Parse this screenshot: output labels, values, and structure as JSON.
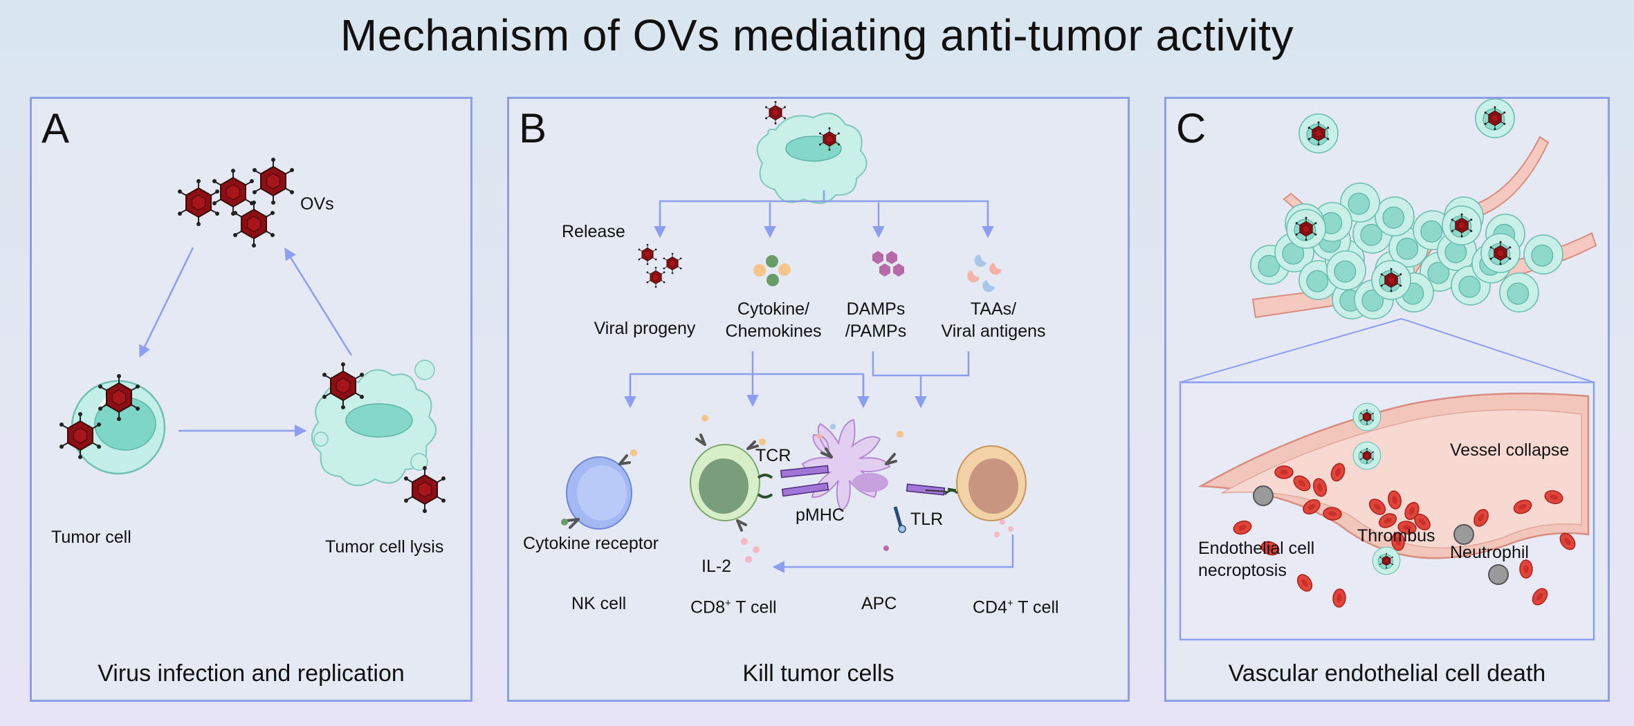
{
  "title": "Mechanism of OVs mediating anti-tumor activity",
  "colors": {
    "panel_border": "#8e9de8",
    "arrow": "#8d9ef0",
    "virus": "#8b0f14",
    "tumor_cell": "#bfeee6",
    "vessel": "#f2c4bb"
  },
  "panels": {
    "a": {
      "letter": "A",
      "caption": "Virus infection and replication",
      "labels": {
        "ovs": "OVs",
        "tumor_cell": "Tumor cell",
        "lysis": "Tumor cell lysis"
      }
    },
    "b": {
      "letter": "B",
      "caption": "Kill tumor cells",
      "labels": {
        "release": "Release",
        "viral_progeny": "Viral progeny",
        "cytokine_1": "Cytokine/",
        "cytokine_2": "Chemokines",
        "damps_1": "DAMPs",
        "damps_2": "/PAMPs",
        "taas_1": "TAAs/",
        "taas_2": "Viral antigens",
        "tcr": "TCR",
        "pmhc": "pMHC",
        "tlr": "TLR",
        "cytokine_receptor": "Cytokine receptor",
        "il2": "IL-2",
        "nk_cell": "NK cell",
        "cd8_prefix": "CD8",
        "cd8_sup": "+",
        "cd8_suffix": " T cell",
        "apc": "APC",
        "cd4_prefix": "CD4",
        "cd4_sup": "+",
        "cd4_suffix": " T cell"
      }
    },
    "c": {
      "letter": "C",
      "caption": "Vascular endothelial cell death",
      "labels": {
        "vessel_collapse": "Vessel collapse",
        "endothelial_1": "Endothelial cell",
        "endothelial_2": "necroptosis",
        "thrombus": "Thrombus",
        "neutrophil": "Neutrophil"
      }
    }
  }
}
